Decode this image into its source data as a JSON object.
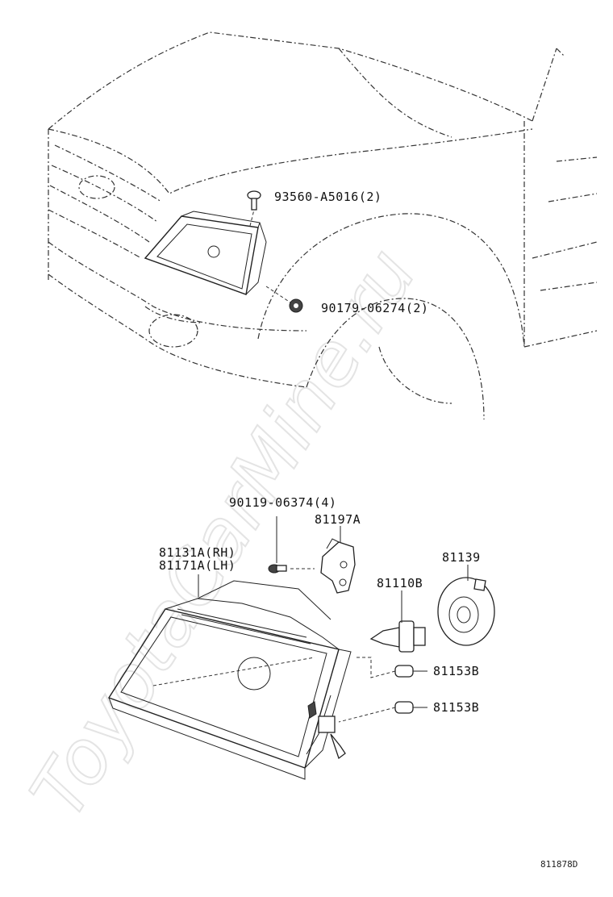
{
  "watermark": "ToyotaCarMine.ru",
  "diagram_code": "811878D",
  "parts": [
    {
      "id": "p93560",
      "label": "93560-A5016(2)"
    },
    {
      "id": "p90179",
      "label": "90179-06274(2)"
    },
    {
      "id": "p90119",
      "label": "90119-06374(4)"
    },
    {
      "id": "p81197",
      "label": "81197A"
    },
    {
      "id": "p81131",
      "label": "81131A(RH)"
    },
    {
      "id": "p81171",
      "label": "81171A(LH)"
    },
    {
      "id": "p81139",
      "label": "81139"
    },
    {
      "id": "p81110",
      "label": "81110B"
    },
    {
      "id": "p81153a",
      "label": "81153B"
    },
    {
      "id": "p81153b",
      "label": "81153B"
    }
  ]
}
